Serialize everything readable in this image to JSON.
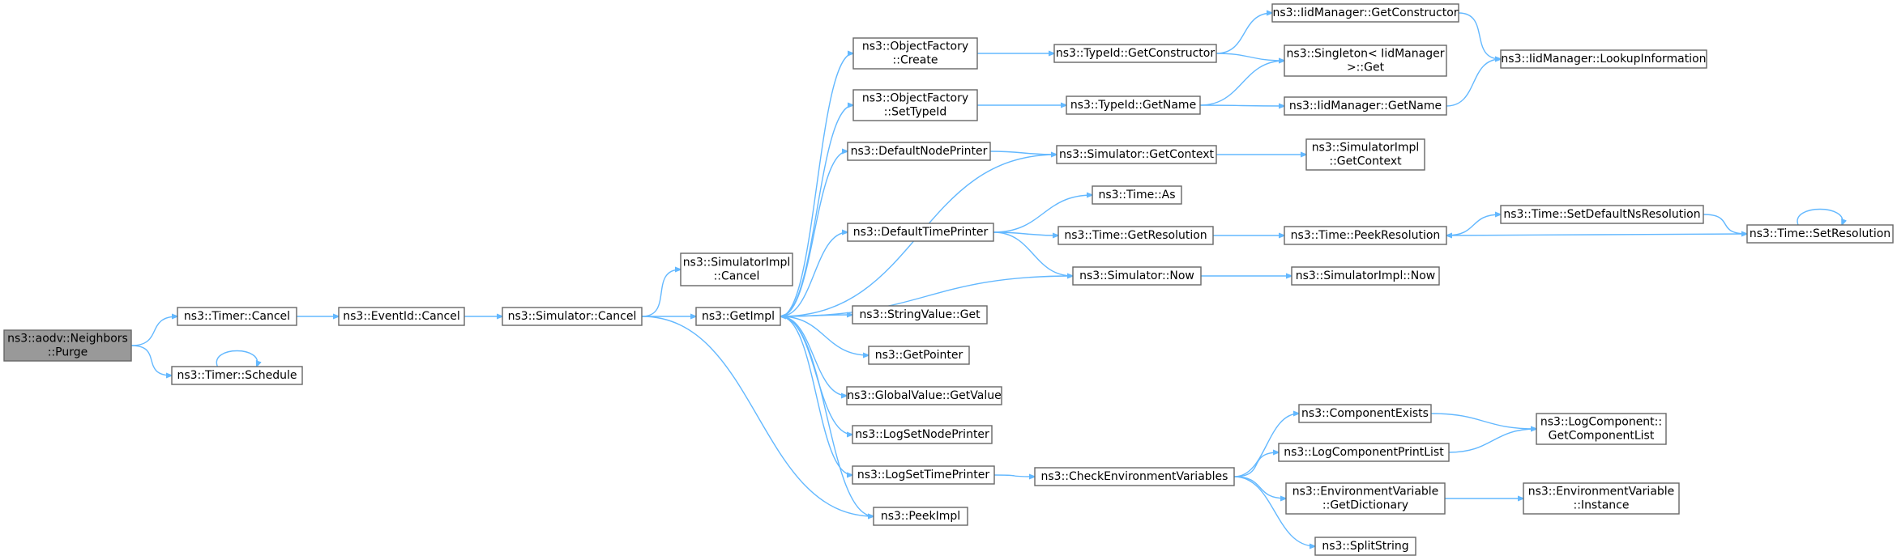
{
  "colors": {
    "edge": "#63b8ff",
    "node_border": "#666666",
    "node_fill": "#ffffff",
    "root_fill": "#999999"
  },
  "nodes": [
    {
      "id": "purge",
      "lines": [
        "ns3::aodv::Neighbors",
        "::Purge"
      ],
      "root": true
    },
    {
      "id": "timer_cancel",
      "lines": [
        "ns3::Timer::Cancel"
      ]
    },
    {
      "id": "timer_schedule",
      "lines": [
        "ns3::Timer::Schedule"
      ]
    },
    {
      "id": "eventid_cancel",
      "lines": [
        "ns3::EventId::Cancel"
      ]
    },
    {
      "id": "sim_cancel",
      "lines": [
        "ns3::Simulator::Cancel"
      ]
    },
    {
      "id": "simimpl_cancel",
      "lines": [
        "ns3::SimulatorImpl",
        "::Cancel"
      ]
    },
    {
      "id": "getimpl",
      "lines": [
        "ns3::GetImpl"
      ]
    },
    {
      "id": "of_create",
      "lines": [
        "ns3::ObjectFactory",
        "::Create"
      ]
    },
    {
      "id": "of_settypeid",
      "lines": [
        "ns3::ObjectFactory",
        "::SetTypeId"
      ]
    },
    {
      "id": "defnodeprinter",
      "lines": [
        "ns3::DefaultNodePrinter"
      ]
    },
    {
      "id": "deftimeprinter",
      "lines": [
        "ns3::DefaultTimePrinter"
      ]
    },
    {
      "id": "stringvalue_get",
      "lines": [
        "ns3::StringValue::Get"
      ]
    },
    {
      "id": "getpointer",
      "lines": [
        "ns3::GetPointer"
      ]
    },
    {
      "id": "gv_getvalue",
      "lines": [
        "ns3::GlobalValue::GetValue"
      ]
    },
    {
      "id": "logsetnodeprinter",
      "lines": [
        "ns3::LogSetNodePrinter"
      ]
    },
    {
      "id": "logsettimeprinter",
      "lines": [
        "ns3::LogSetTimePrinter"
      ]
    },
    {
      "id": "peekimpl",
      "lines": [
        "ns3::PeekImpl"
      ]
    },
    {
      "id": "typeid_getconstructor",
      "lines": [
        "ns3::TypeId::GetConstructor"
      ]
    },
    {
      "id": "typeid_getname",
      "lines": [
        "ns3::TypeId::GetName"
      ]
    },
    {
      "id": "sim_getcontext",
      "lines": [
        "ns3::Simulator::GetContext"
      ]
    },
    {
      "id": "time_as",
      "lines": [
        "ns3::Time::As"
      ]
    },
    {
      "id": "time_getresolution",
      "lines": [
        "ns3::Time::GetResolution"
      ]
    },
    {
      "id": "sim_now",
      "lines": [
        "ns3::Simulator::Now"
      ]
    },
    {
      "id": "checkenv",
      "lines": [
        "ns3::CheckEnvironmentVariables"
      ]
    },
    {
      "id": "iid_getconstructor",
      "lines": [
        "ns3::IidManager::GetConstructor"
      ]
    },
    {
      "id": "singleton_get",
      "lines": [
        "ns3::Singleton< IidManager",
        ">::Get"
      ]
    },
    {
      "id": "iid_getname",
      "lines": [
        "ns3::IidManager::GetName"
      ]
    },
    {
      "id": "simimpl_getcontext",
      "lines": [
        "ns3::SimulatorImpl",
        "::GetContext"
      ]
    },
    {
      "id": "time_peekresolution",
      "lines": [
        "ns3::Time::PeekResolution"
      ]
    },
    {
      "id": "simimpl_now",
      "lines": [
        "ns3::SimulatorImpl::Now"
      ]
    },
    {
      "id": "componentexists",
      "lines": [
        "ns3::ComponentExists"
      ]
    },
    {
      "id": "logcomponentprintlist",
      "lines": [
        "ns3::LogComponentPrintList"
      ]
    },
    {
      "id": "envvar_getdictionary",
      "lines": [
        "ns3::EnvironmentVariable",
        "::GetDictionary"
      ]
    },
    {
      "id": "splitstring",
      "lines": [
        "ns3::SplitString"
      ]
    },
    {
      "id": "iid_lookupinformation",
      "lines": [
        "ns3::IidManager::LookupInformation"
      ]
    },
    {
      "id": "time_setdefaultnsresolution",
      "lines": [
        "ns3::Time::SetDefaultNsResolution"
      ]
    },
    {
      "id": "time_setresolution",
      "lines": [
        "ns3::Time::SetResolution"
      ]
    },
    {
      "id": "logcomponent_getcomponentlist",
      "lines": [
        "ns3::LogComponent::",
        "GetComponentList"
      ]
    },
    {
      "id": "envvar_instance",
      "lines": [
        "ns3::EnvironmentVariable",
        "::Instance"
      ]
    }
  ],
  "edges": [
    [
      "purge",
      "timer_cancel"
    ],
    [
      "purge",
      "timer_schedule"
    ],
    [
      "timer_schedule",
      "timer_schedule"
    ],
    [
      "timer_cancel",
      "eventid_cancel"
    ],
    [
      "eventid_cancel",
      "sim_cancel"
    ],
    [
      "sim_cancel",
      "simimpl_cancel"
    ],
    [
      "sim_cancel",
      "getimpl"
    ],
    [
      "sim_cancel",
      "peekimpl"
    ],
    [
      "getimpl",
      "of_create"
    ],
    [
      "getimpl",
      "of_settypeid"
    ],
    [
      "getimpl",
      "defnodeprinter"
    ],
    [
      "getimpl",
      "deftimeprinter"
    ],
    [
      "getimpl",
      "stringvalue_get"
    ],
    [
      "getimpl",
      "getpointer"
    ],
    [
      "getimpl",
      "gv_getvalue"
    ],
    [
      "getimpl",
      "logsetnodeprinter"
    ],
    [
      "getimpl",
      "logsettimeprinter"
    ],
    [
      "getimpl",
      "peekimpl"
    ],
    [
      "of_create",
      "typeid_getconstructor"
    ],
    [
      "of_settypeid",
      "typeid_getname"
    ],
    [
      "defnodeprinter",
      "sim_getcontext"
    ],
    [
      "sim_getcontext",
      "getimpl"
    ],
    [
      "sim_getcontext",
      "simimpl_getcontext"
    ],
    [
      "deftimeprinter",
      "time_as"
    ],
    [
      "deftimeprinter",
      "time_getresolution"
    ],
    [
      "deftimeprinter",
      "sim_now"
    ],
    [
      "sim_now",
      "getimpl"
    ],
    [
      "sim_now",
      "simimpl_now"
    ],
    [
      "time_getresolution",
      "time_peekresolution"
    ],
    [
      "time_peekresolution",
      "time_setdefaultnsresolution"
    ],
    [
      "time_setdefaultnsresolution",
      "time_setresolution"
    ],
    [
      "time_setresolution",
      "time_peekresolution"
    ],
    [
      "time_setresolution",
      "time_setresolution"
    ],
    [
      "typeid_getconstructor",
      "iid_getconstructor"
    ],
    [
      "typeid_getconstructor",
      "singleton_get"
    ],
    [
      "typeid_getname",
      "singleton_get"
    ],
    [
      "typeid_getname",
      "iid_getname"
    ],
    [
      "iid_getconstructor",
      "iid_lookupinformation"
    ],
    [
      "iid_getname",
      "iid_lookupinformation"
    ],
    [
      "logsettimeprinter",
      "checkenv"
    ],
    [
      "checkenv",
      "componentexists"
    ],
    [
      "checkenv",
      "logcomponentprintlist"
    ],
    [
      "checkenv",
      "envvar_getdictionary"
    ],
    [
      "checkenv",
      "splitstring"
    ],
    [
      "componentexists",
      "logcomponent_getcomponentlist"
    ],
    [
      "logcomponentprintlist",
      "logcomponent_getcomponentlist"
    ],
    [
      "envvar_getdictionary",
      "envvar_instance"
    ]
  ]
}
